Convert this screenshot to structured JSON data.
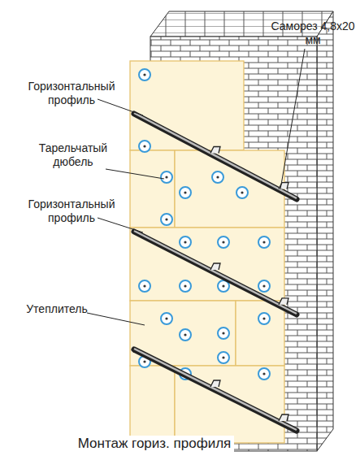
{
  "diagram": {
    "caption": "Монтаж гориз. профиля",
    "labels": [
      "Саморез 4,8х20 мм",
      "Горизонтальный профиль",
      "Тарельчатый дюбель",
      "Горизонтальный профиль",
      "Утеплитель"
    ]
  }
}
